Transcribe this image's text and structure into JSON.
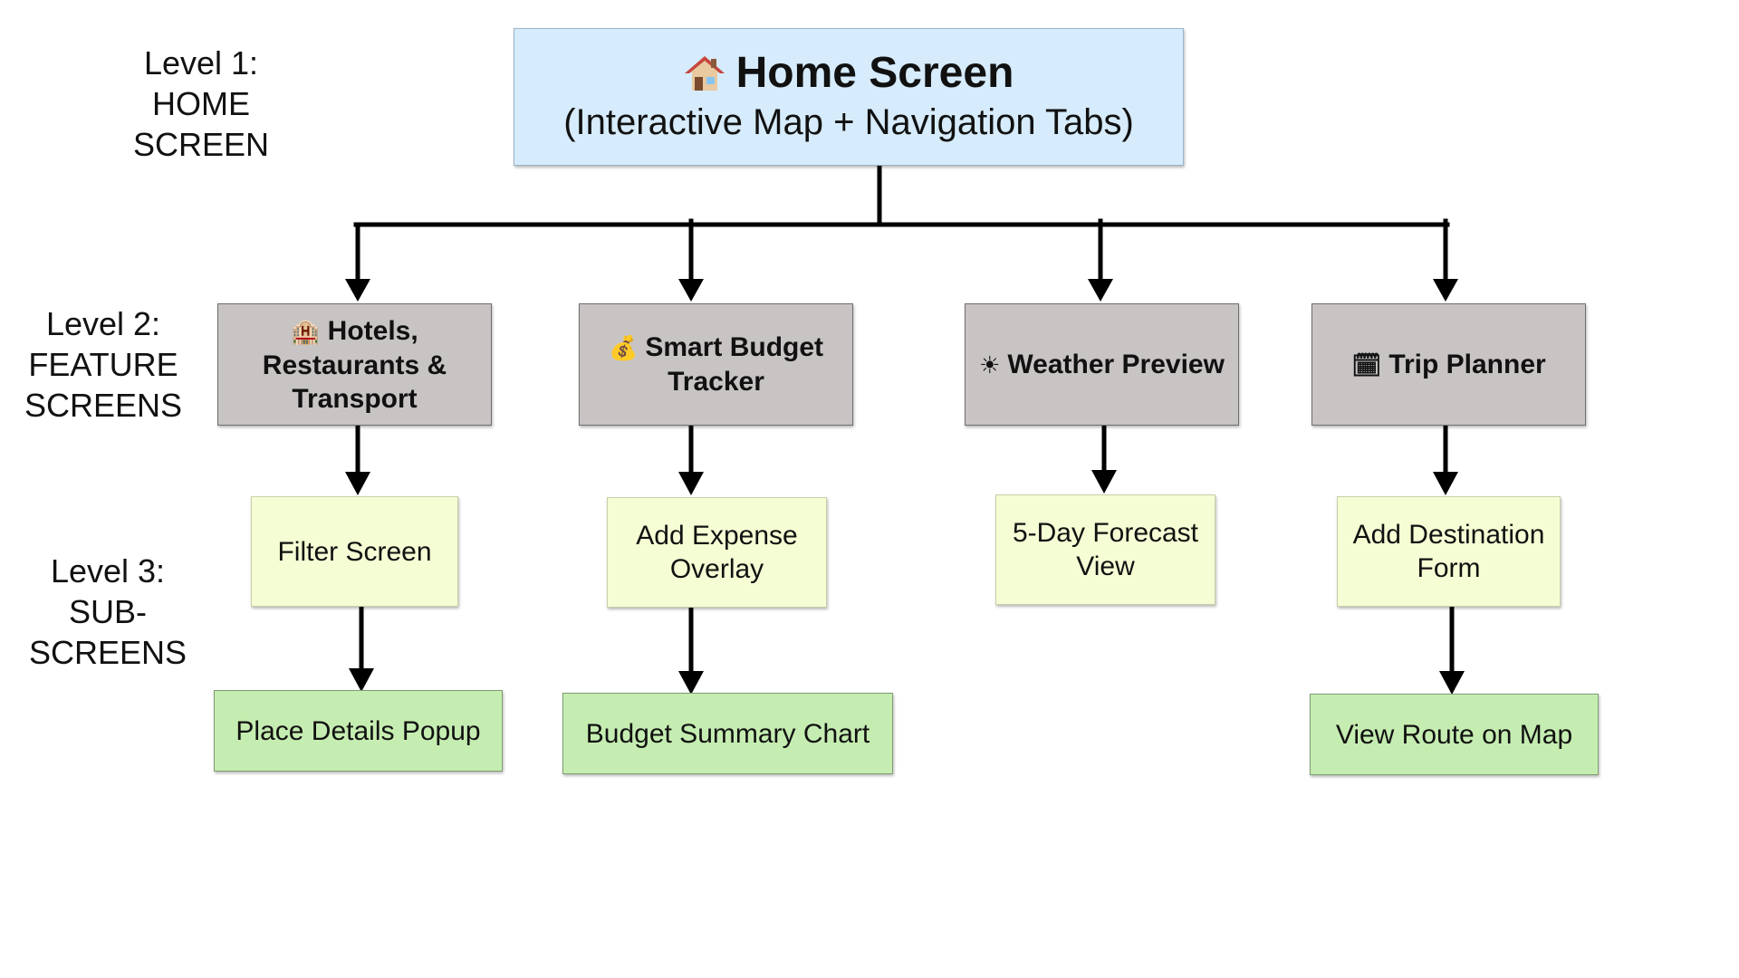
{
  "levels": [
    {
      "lines": [
        "Level 1:",
        "HOME",
        "SCREEN"
      ]
    },
    {
      "lines": [
        "Level 2:",
        "FEATURE",
        "SCREENS"
      ]
    },
    {
      "lines": [
        "Level 3:",
        "SUB-",
        "SCREENS"
      ]
    }
  ],
  "home": {
    "icon": "house-icon",
    "title": "Home Screen",
    "subtitle": "(Interactive Map + Navigation Tabs)"
  },
  "features": [
    {
      "icon": "hotel-icon",
      "glyph": "🏨",
      "lines": [
        "Hotels,",
        "Restaurants &",
        "Transport"
      ]
    },
    {
      "icon": "money-bag-icon",
      "glyph": "💰",
      "lines": [
        "Smart Budget",
        "Tracker"
      ]
    },
    {
      "icon": "sun-icon",
      "glyph": "☀",
      "lines": [
        "Weather Preview"
      ]
    },
    {
      "icon": "calendar-icon",
      "glyph": "🗓",
      "lines": [
        "Trip Planner"
      ]
    }
  ],
  "subscreens": [
    {
      "lines": [
        "Filter Screen"
      ]
    },
    {
      "lines": [
        "Add Expense",
        "Overlay"
      ]
    },
    {
      "lines": [
        "5-Day Forecast",
        "View"
      ]
    },
    {
      "lines": [
        "Add Destination",
        "Form"
      ]
    }
  ],
  "leaves": [
    {
      "label": "Place Details Popup"
    },
    {
      "label": "Budget Summary Chart"
    },
    {
      "label": "View Route on Map"
    }
  ],
  "colors": {
    "home_fill": "#d6ebfb",
    "feature_fill": "#c8c4c3",
    "subscreen_fill": "#f5fdd4",
    "leaf_fill": "#c5edb1",
    "connector": "#000000"
  }
}
